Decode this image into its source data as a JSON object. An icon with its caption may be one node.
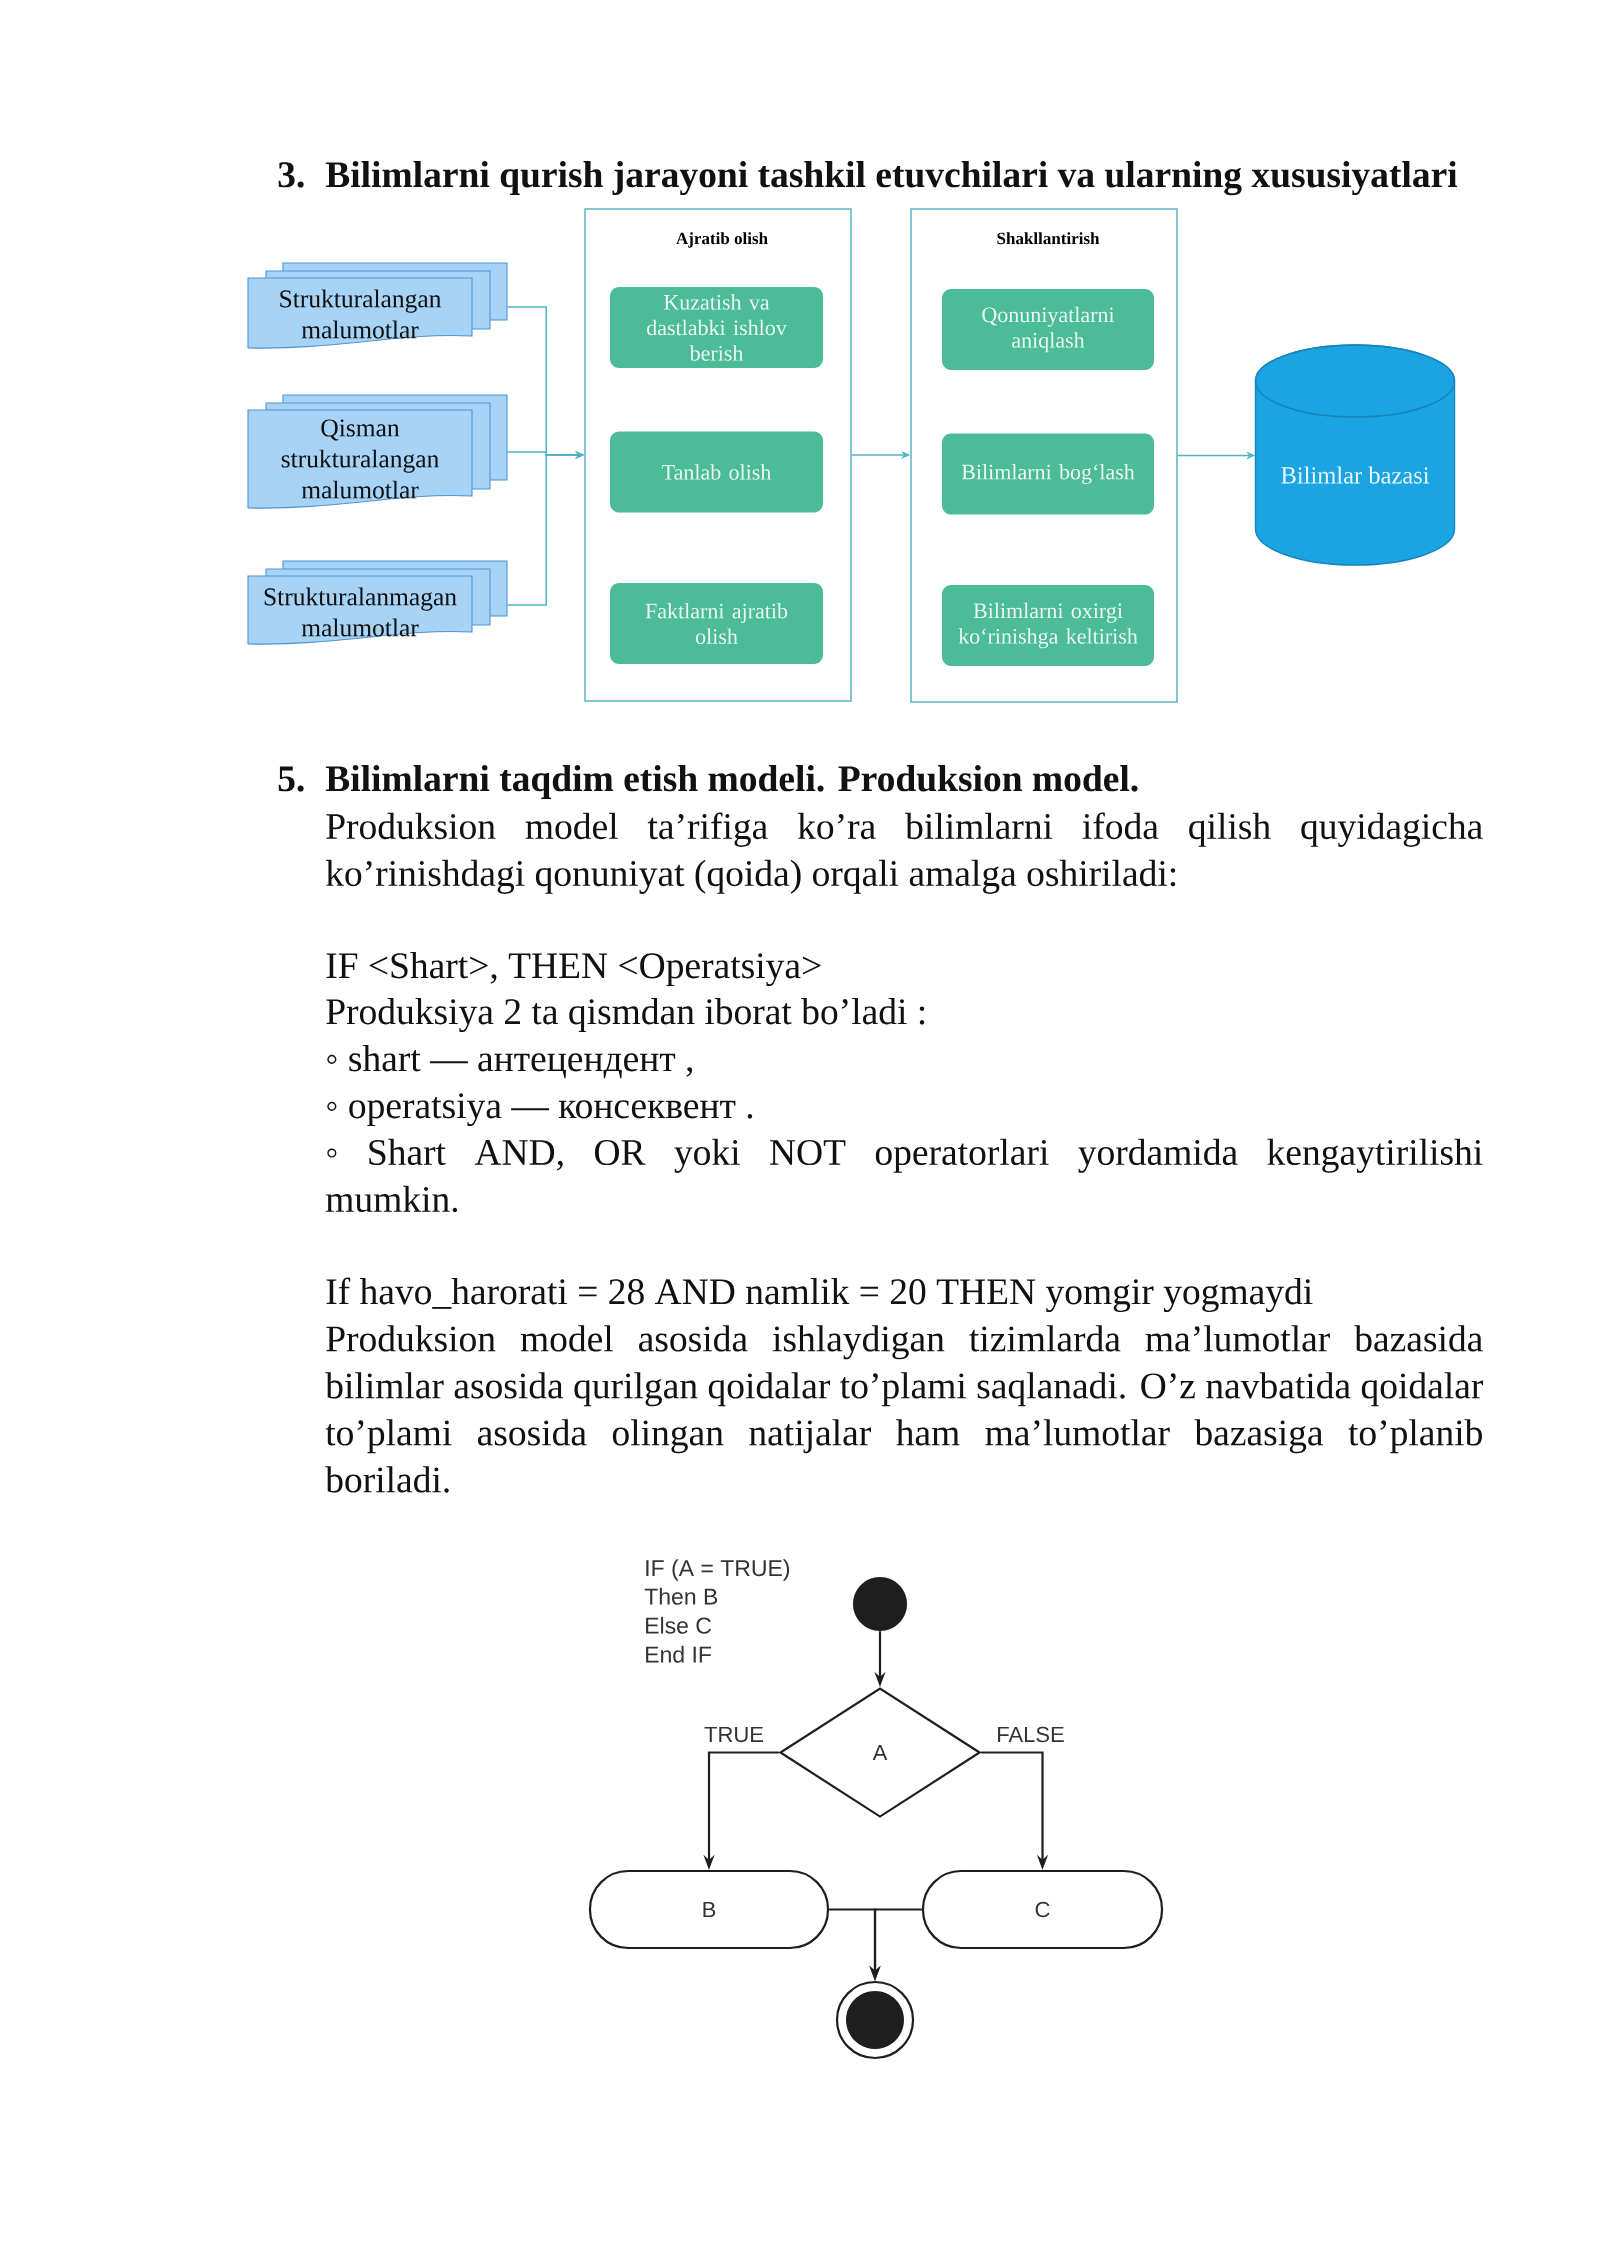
{
  "diagram": {
    "nodes": [
      {
        "text": [
          "Strukturalangan malumotlar"
        ]
      },
      {
        "text": [
          "Qisman strukturalangan malumotlar"
        ]
      },
      {
        "text": [
          "Strukturalanmagan malumotlar"
        ]
      },
      {
        "text": [
          "Ajratib olish"
        ]
      },
      {
        "text": [
          "Kuzatish va dastlabki ishlov berish"
        ],
        "in": 3
      },
      {
        "text": [
          "Tanlab olish"
        ],
        "in": 3
      },
      {
        "text": [
          "Faktlarni ajratib olish"
        ],
        "in": 3
      },
      {
        "text": [
          "Shakllantirish"
        ]
      },
      {
        "text": [
          "Qonuniyatlarni aniqlash"
        ],
        "in": 7
      },
      {
        "text": [
          "Bilimlarni bog‘lash"
        ],
        "in": 7
      },
      {
        "text": [
          "Bilimlarni oxirgi ko‘rinishga keltirish"
        ],
        "in": 7
      },
      {
        "text": [
          "Bilimlar bazasi"
        ]
      },
      {
        "text": [],
        "shape": "circle"
      },
      {
        "text": [
          "A"
        ]
      },
      {
        "text": [
          "B"
        ]
      },
      {
        "text": [
          "C"
        ]
      },
      {
        "text": [],
        "shape": "circle"
      }
    ],
    "edges": [
      {
        "from": 0,
        "to": 3,
        "arrow": "to",
        "color": "#4fb3c6"
      },
      {
        "from": 1,
        "to": 3,
        "arrow": "to",
        "color": "#4fb3c6"
      },
      {
        "from": 2,
        "to": 3,
        "arrow": "to",
        "color": "#4fb3c6"
      },
      {
        "from": 3,
        "to": 7,
        "arrow": "to",
        "color": "#4fb3c6"
      },
      {
        "from": 7,
        "to": 11,
        "arrow": "to",
        "color": "#4fb3c6"
      },
      {
        "from": 12,
        "to": 13,
        "arrow": "to",
        "color": "#1e1e1e"
      },
      {
        "from": 13,
        "to": 14,
        "arrow": "to",
        "label": "TRUE",
        "color": "#1e1e1e"
      },
      {
        "from": 13,
        "to": 15,
        "arrow": "to",
        "label": "FALSE",
        "color": "#1e1e1e"
      },
      {
        "from": 14,
        "to": 16,
        "arrow": "to",
        "color": "#1e1e1e"
      },
      {
        "from": 15,
        "to": 16,
        "arrow": "to",
        "color": "#1e1e1e"
      }
    ],
    "labels": [
      "3.",
      "Bilimlarni qurish jarayoni tashkil etuvchilari va ularning xususiyatlari",
      "5.",
      "Bilimlarni taqdim etish modeli. Produksion model.",
      "Produksion model ta’rifiga ko’ra bilimlarni ifoda qilish quyidagicha ko’rinishdagi qonuniyat (qoida) orqali amalga oshiriladi:",
      "IF <Shart>, THEN <Operatsiya>",
      "Produksiya 2 ta qismdan iborat bo’ladi :",
      "◦ shart — антецендент ,",
      "◦ operatsiya — консеквент .",
      "◦ Shart AND, OR yoki NOT operatorlari yordamida kengaytirilishi mumkin.",
      "If havo_harorati = 28 AND namlik = 20 THEN yomgir yogmaydi",
      "Produksion model asosida ishlaydigan tizimlarda ma’lumotlar bazasida bilimlar asosida qurilgan qoidalar to’plami saqlanadi. O’z navbatida qoidalar to’plami asosida olingan natijalar ham ma’lumotlar bazasiga to’planib boriladi.",
      "IF (A = TRUE)",
      "Then B",
      "Else C",
      "End IF"
    ]
  }
}
